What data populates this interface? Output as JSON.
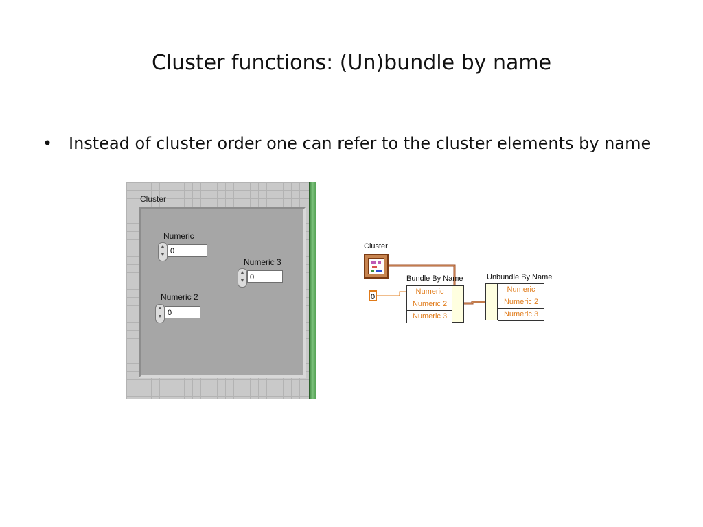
{
  "slide": {
    "title": "Cluster functions: (Un)bundle by name",
    "bullet_marker": "•",
    "bullet_text": "Instead of cluster order one can refer to the cluster elements by name"
  },
  "front_panel": {
    "cluster_label": "Cluster",
    "controls": [
      {
        "label": "Numeric",
        "value": "0"
      },
      {
        "label": "Numeric 3",
        "value": "0"
      },
      {
        "label": "Numeric 2",
        "value": "0"
      }
    ]
  },
  "block_diagram": {
    "cluster_terminal_label": "Cluster",
    "constant_value": "0",
    "bundle_by_name": {
      "title": "Bundle By Name",
      "elements": [
        "Numeric",
        "Numeric 2",
        "Numeric 3"
      ]
    },
    "unbundle_by_name": {
      "title": "Unbundle By Name",
      "elements": [
        "Numeric",
        "Numeric 2",
        "Numeric 3"
      ]
    },
    "colors": {
      "wire_cluster": "#a0522d",
      "wire_numeric": "#e07b1a",
      "text_orange": "#e07b1a"
    }
  }
}
